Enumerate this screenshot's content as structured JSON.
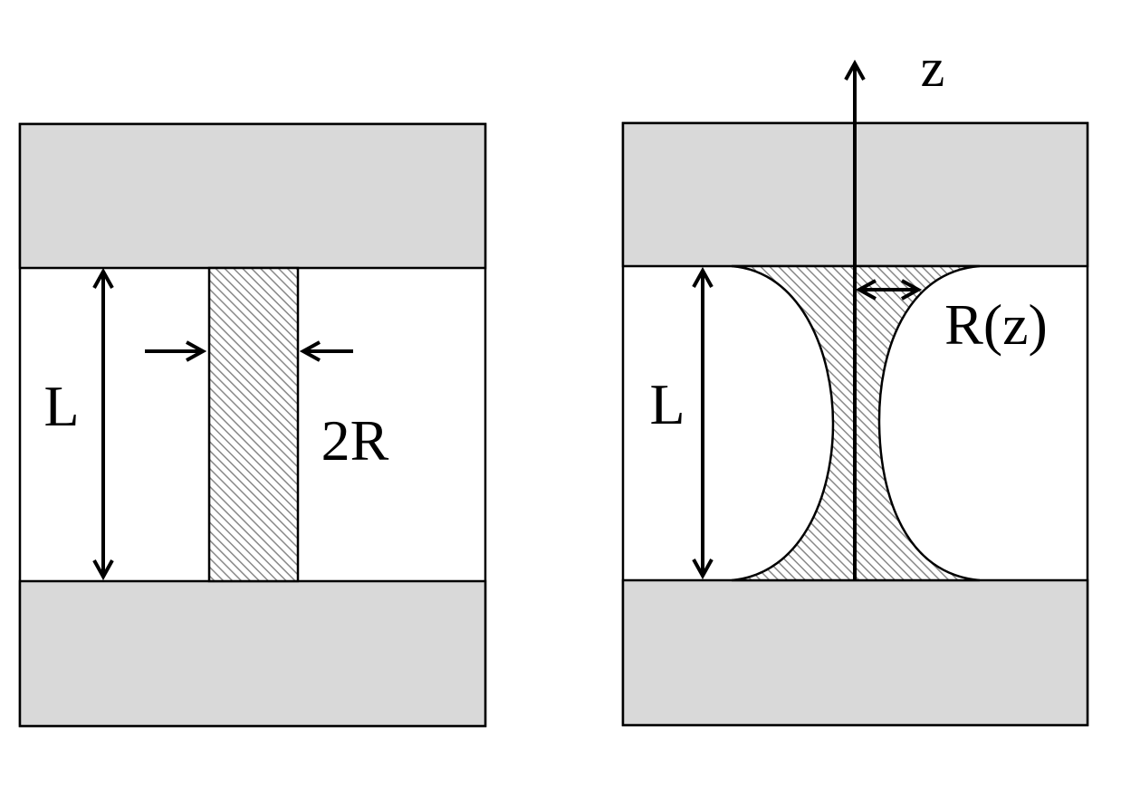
{
  "left_panel": {
    "length_label": "L",
    "diameter_label": "2R"
  },
  "right_panel": {
    "axis_label": "z",
    "length_label": "L",
    "radius_label": "R(z)"
  },
  "colors": {
    "plate_fill": "#d9d9d9",
    "hatch_line": "#888888",
    "stroke": "#000000"
  }
}
